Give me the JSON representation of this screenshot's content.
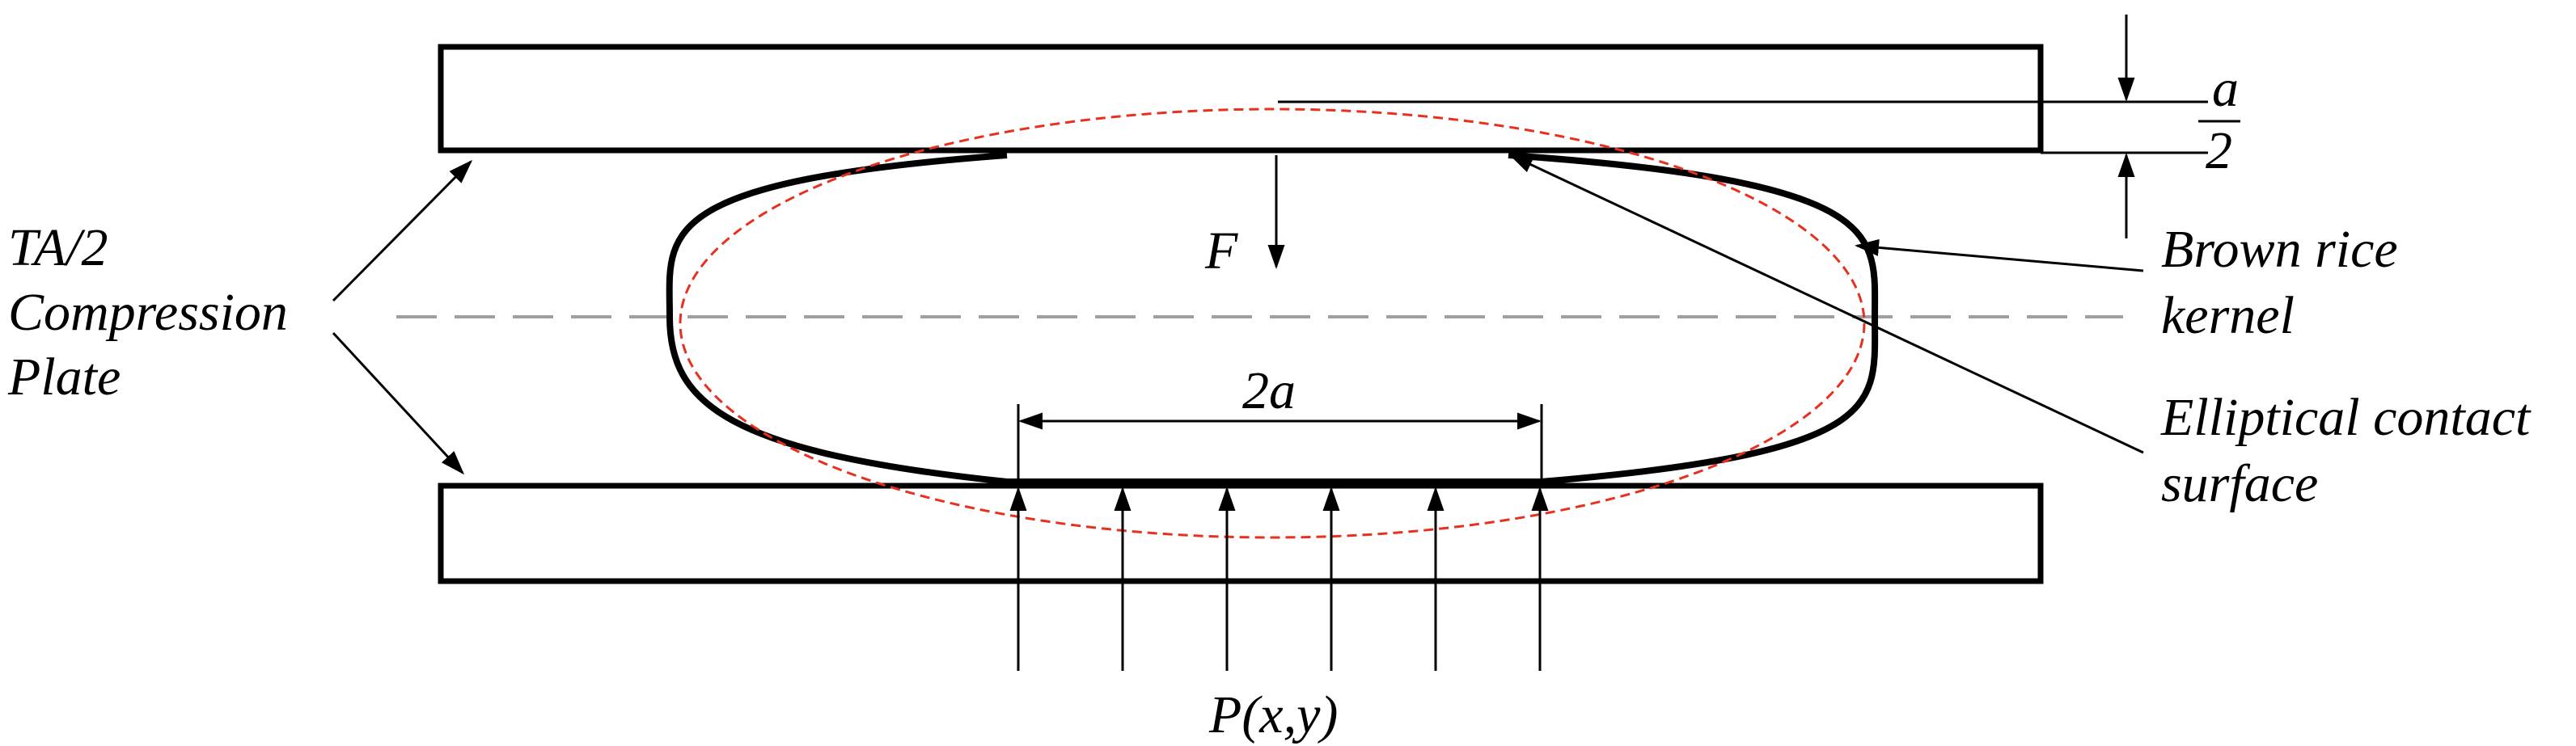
{
  "labels": {
    "plate_label_line1": "TA/2",
    "plate_label_line2": "Compression",
    "plate_label_line3": "Plate",
    "force": "F",
    "contact_width": "2a",
    "pressure": "P(x,y)",
    "kernel_line1": "Brown rice",
    "kernel_line2": "kernel",
    "contact_surface_line1": "Elliptical contact",
    "contact_surface_line2": "surface",
    "deformation_numerator": "a",
    "deformation_denominator": "2"
  },
  "colors": {
    "stroke": "#000000",
    "contact_ellipse": "#e8301f",
    "centerline": "#a0a0a0"
  }
}
